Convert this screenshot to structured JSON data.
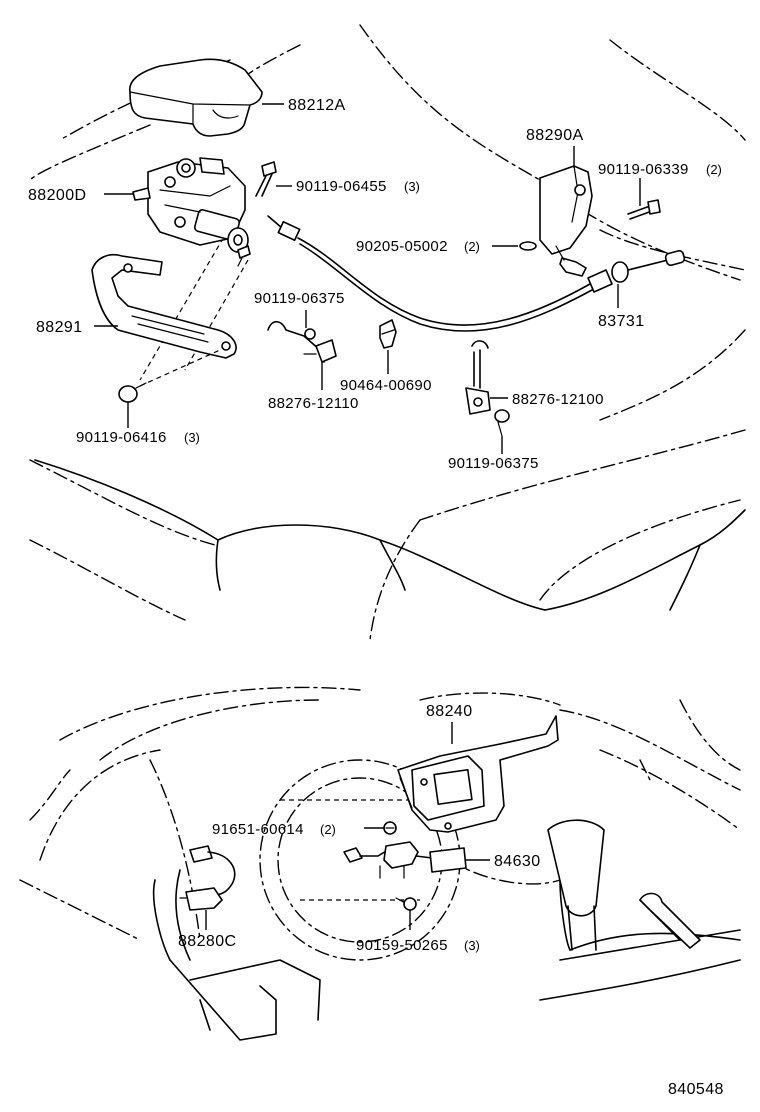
{
  "diagram": {
    "figure_number": "840548",
    "parts": {
      "p88212A": "88212A",
      "p88200D": "88200D",
      "p90119_06455": "90119-06455",
      "p90119_06455_qty": "(3)",
      "p88290A": "88290A",
      "p90119_06339": "90119-06339",
      "p90119_06339_qty": "(2)",
      "p90205_05002": "90205-05002",
      "p90205_05002_qty": "(2)",
      "p88291": "88291",
      "p90119_06375_a": "90119-06375",
      "p83731": "83731",
      "p90464_00690": "90464-00690",
      "p88276_12110": "88276-12110",
      "p88276_12100": "88276-12100",
      "p90119_06416": "90119-06416",
      "p90119_06416_qty": "(3)",
      "p90119_06375_b": "90119-06375",
      "p88240": "88240",
      "p91651_60614": "91651-60614",
      "p91651_60614_qty": "(2)",
      "p84630": "84630",
      "p88280C": "88280C",
      "p90159_50265": "90159-50265",
      "p90159_50265_qty": "(3)"
    }
  }
}
